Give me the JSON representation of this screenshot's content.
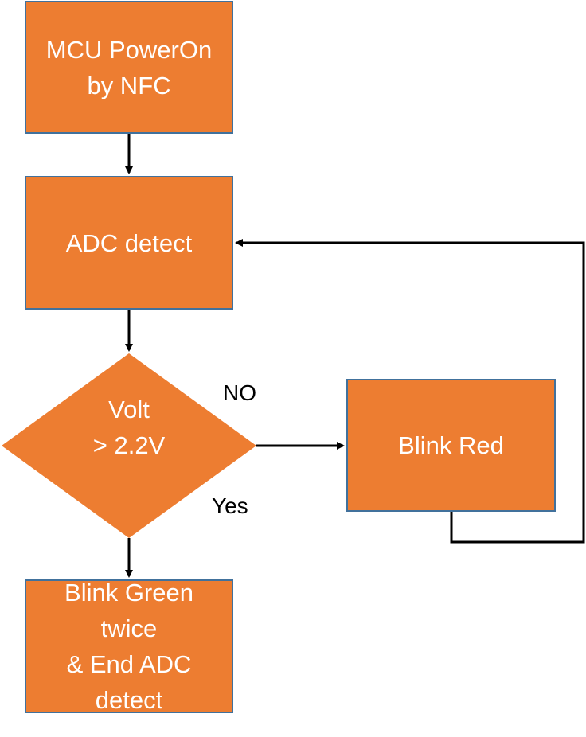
{
  "nodes": {
    "mcu_power_on": {
      "line1": "MCU PowerOn",
      "line2": "by NFC"
    },
    "adc_detect": {
      "label": "ADC detect"
    },
    "volt_check": {
      "line1": "Volt",
      "line2": "> 2.2V"
    },
    "blink_red": {
      "label": "Blink Red"
    },
    "blink_green": {
      "line1": "Blink Green",
      "line2": "twice",
      "line3": "& End ADC",
      "line4": "detect"
    }
  },
  "edge_labels": {
    "no": "NO",
    "yes": "Yes"
  },
  "colors": {
    "node_fill": "#ED7D31",
    "node_border": "#41719C",
    "node_text": "#FFFFFF",
    "edge": "#000000"
  }
}
